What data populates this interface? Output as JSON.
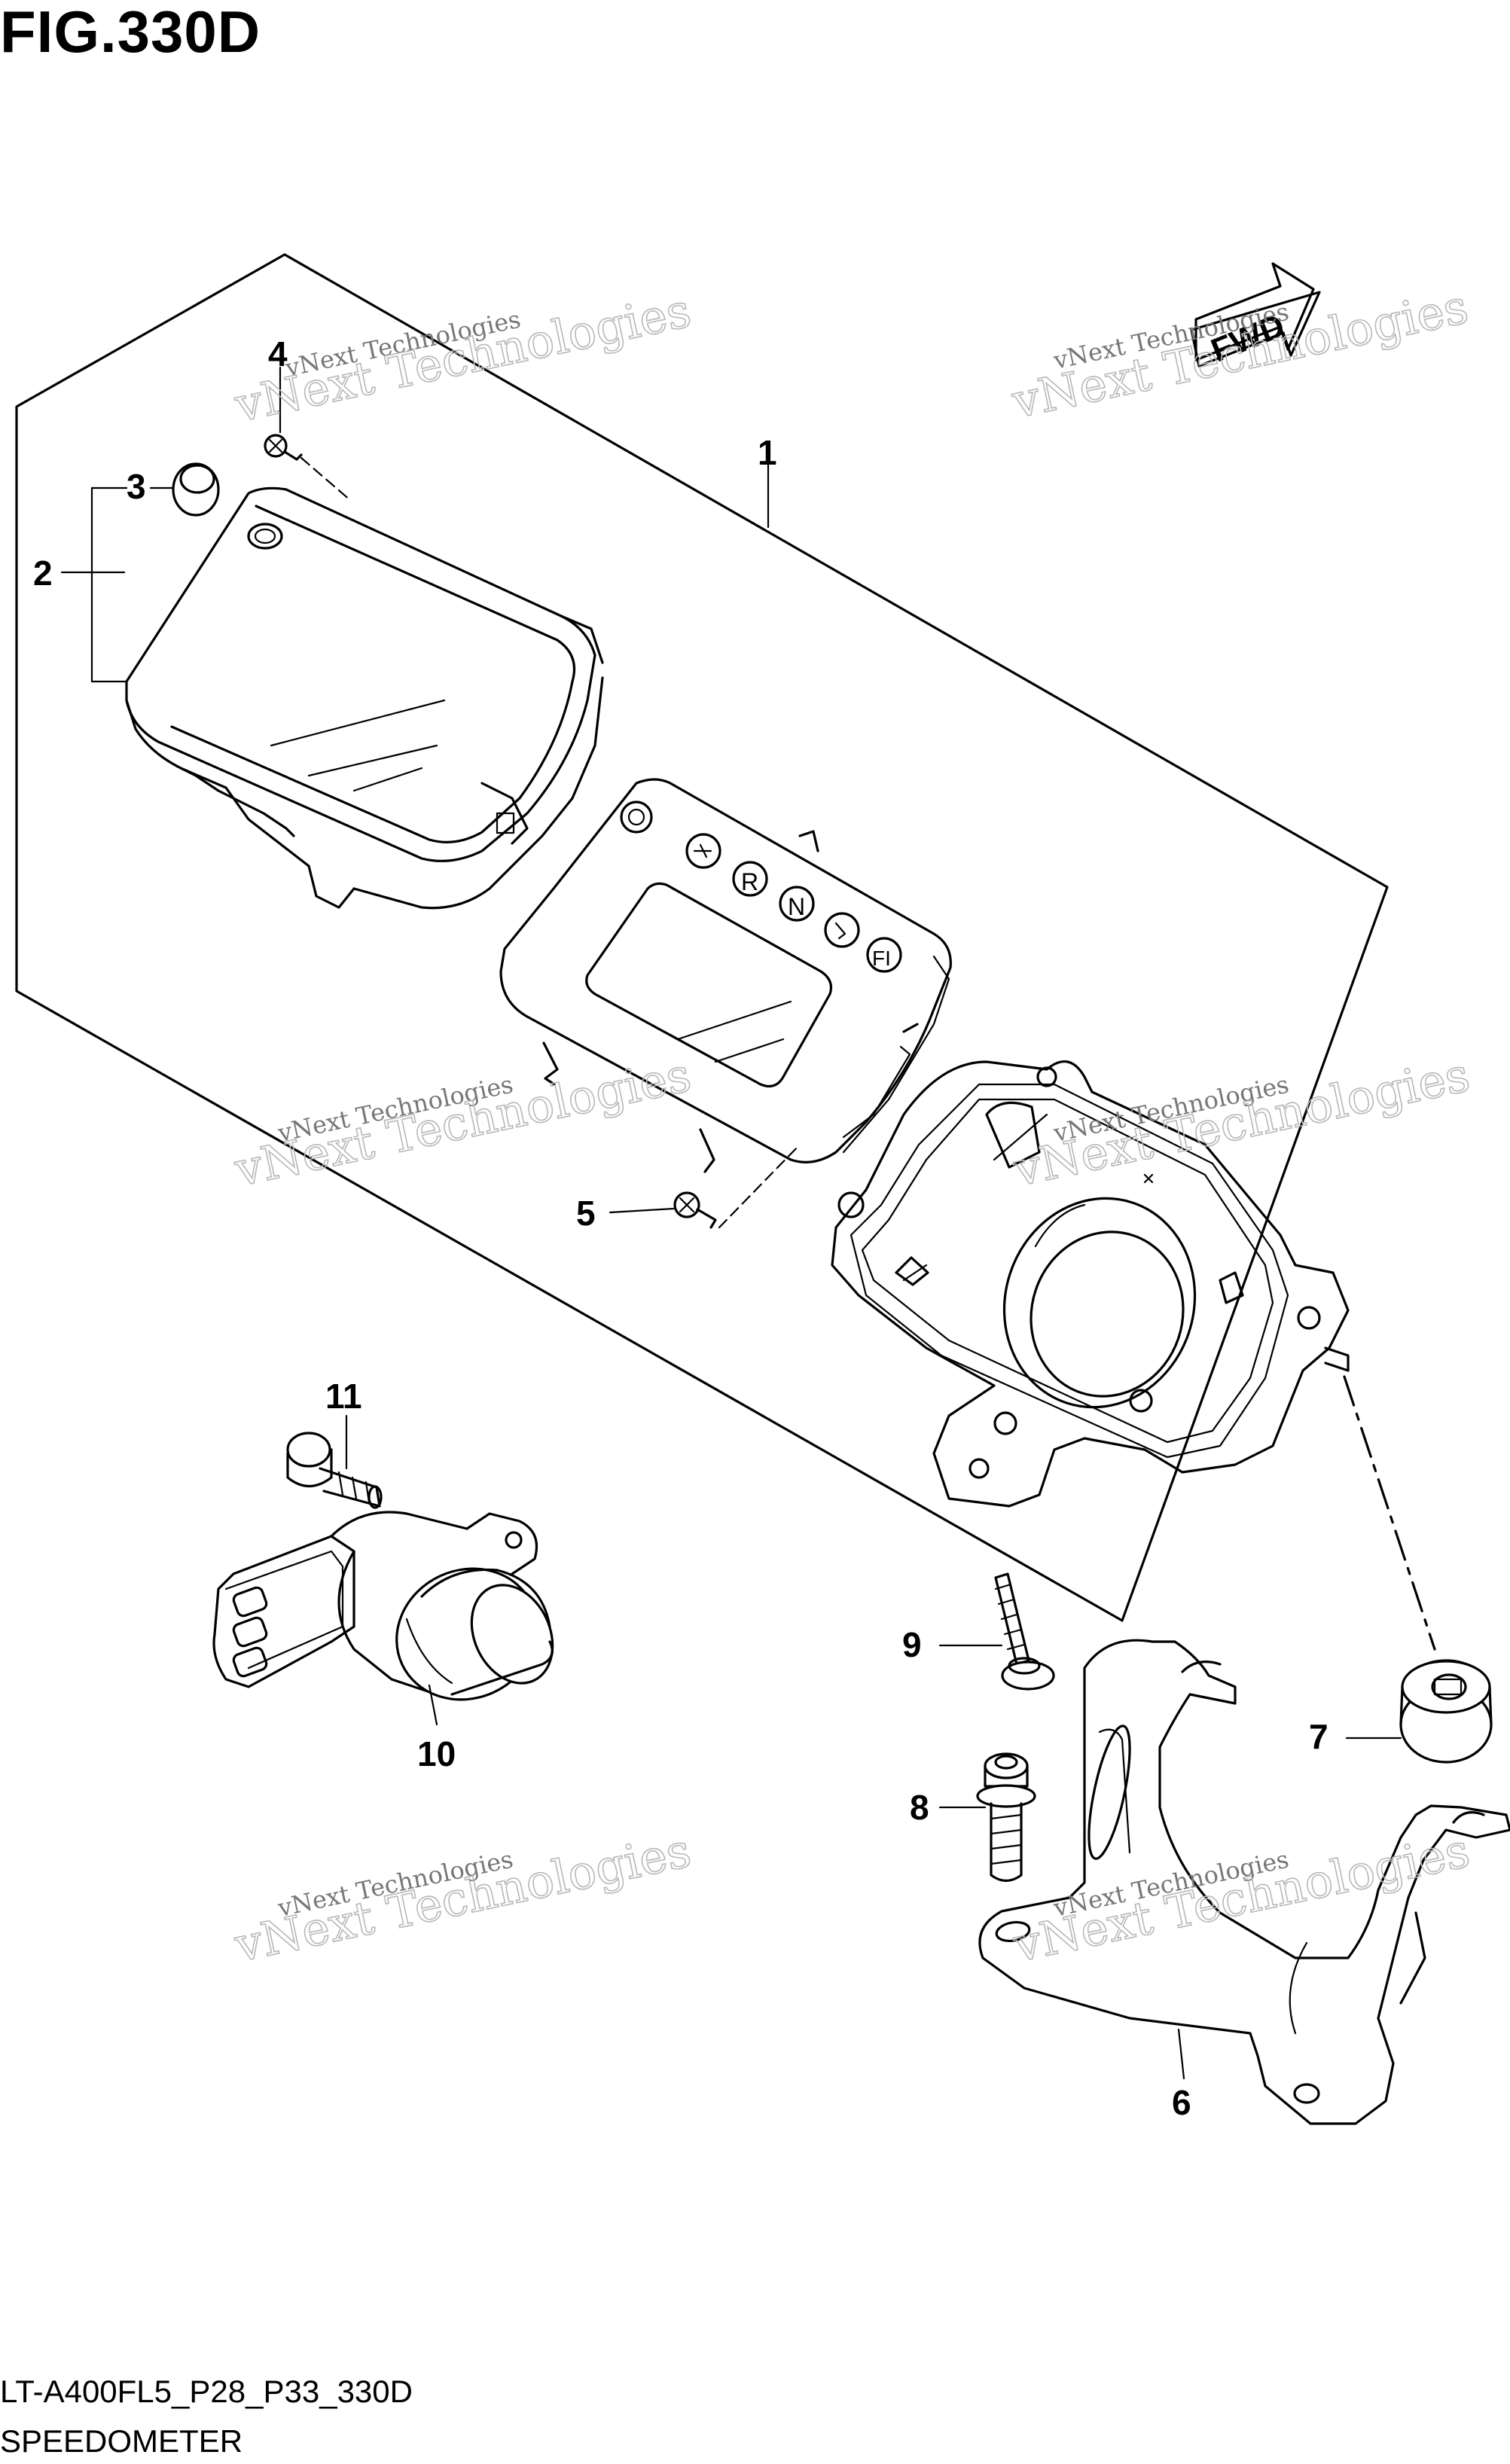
{
  "figure": {
    "title": "FIG.330D",
    "code": "LT-A400FL5_P28_P33_330D",
    "name": "SPEEDOMETER"
  },
  "fwd_label": "FWD",
  "dash_symbols": [
    "R",
    "N",
    "FI"
  ],
  "watermark": {
    "line1": "vNext Technologies",
    "line2": "vNext Technologies"
  },
  "callouts": [
    "1",
    "2",
    "3",
    "4",
    "5",
    "6",
    "7",
    "8",
    "9",
    "10",
    "11"
  ]
}
